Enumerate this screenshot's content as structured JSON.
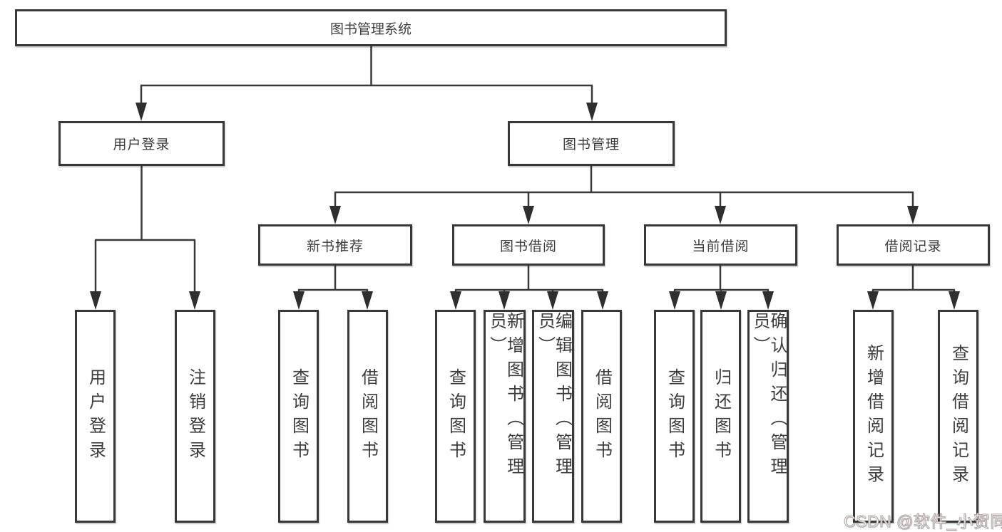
{
  "diagram": {
    "root": {
      "label": "图书管理系统"
    },
    "level2": [
      {
        "label": "用户登录"
      },
      {
        "label": "图书管理"
      }
    ],
    "level3": [
      {
        "label": "新书推荐"
      },
      {
        "label": "图书借阅"
      },
      {
        "label": "当前借阅"
      },
      {
        "label": "借阅记录"
      }
    ],
    "leaves": {
      "user_login": [
        "用户登录",
        "注销登录"
      ],
      "new_books": [
        "查询图书",
        "借阅图书"
      ],
      "book_borrow": [
        "查询图书",
        "新增图书（管理员）",
        "编辑图书（管理员）",
        "借阅图书"
      ],
      "current_borrow": [
        "查询图书",
        "归还图书",
        "确认归还（管理员）"
      ],
      "borrow_records": [
        "新增借阅记录",
        "查询借阅记录"
      ]
    }
  },
  "watermark": {
    "text": "CSDN @软件_小贺同学"
  },
  "colors": {
    "line": "#3a3a3a",
    "arrow": "#2f2f2f",
    "border": "#383838",
    "text": "#3d3d3d",
    "background": "#ffffff",
    "watermark": "#ffffff"
  }
}
